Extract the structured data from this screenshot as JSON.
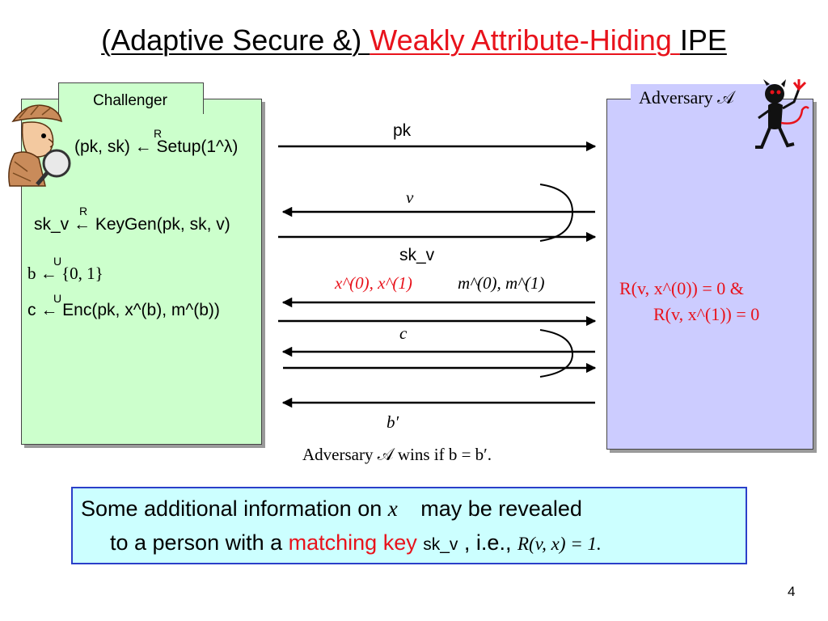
{
  "title": {
    "part1": "(Adaptive Secure &) ",
    "part2": "Weakly Attribute-Hiding ",
    "part3": "IPE"
  },
  "challenger": {
    "label": "Challenger",
    "line1": "(pk, sk) ← Setup(1^λ)",
    "line2": "sk_v ← KeyGen(pk, sk, v)",
    "line3": "b ← {0, 1}",
    "line4": "c ← Enc(pk, x^(b), m^(b))",
    "mark_r": "R",
    "mark_u": "U"
  },
  "adversary": {
    "label": "Adversary 𝒜",
    "condition1": "R(v, x^(0)) = 0   &",
    "condition2": "R(v, x^(1)) = 0"
  },
  "messages": {
    "pk": "pk",
    "v": "v",
    "skv": "sk_v",
    "x_pair": "x^(0),  x^(1)",
    "m_pair": "m^(0), m^(1)",
    "c": "c",
    "b_prime": "b′"
  },
  "win_condition": "Adversary 𝒜 wins if b = b′.",
  "info": {
    "line1_a": "Some additional information on ",
    "line1_b": " may be revealed",
    "line2_a": "to a person with a ",
    "line2_red": "matching key",
    "line2_b": " , i.e., ",
    "line2_c": "R(v, x) = 1."
  },
  "page_number": "4",
  "colors": {
    "challenger_bg": "#ccffcc",
    "adversary_bg": "#ccccff",
    "info_bg": "#ccffff",
    "accent_red": "#e8121b",
    "info_border": "#2b3fc9"
  },
  "icons": [
    "detective-icon",
    "devil-icon"
  ]
}
